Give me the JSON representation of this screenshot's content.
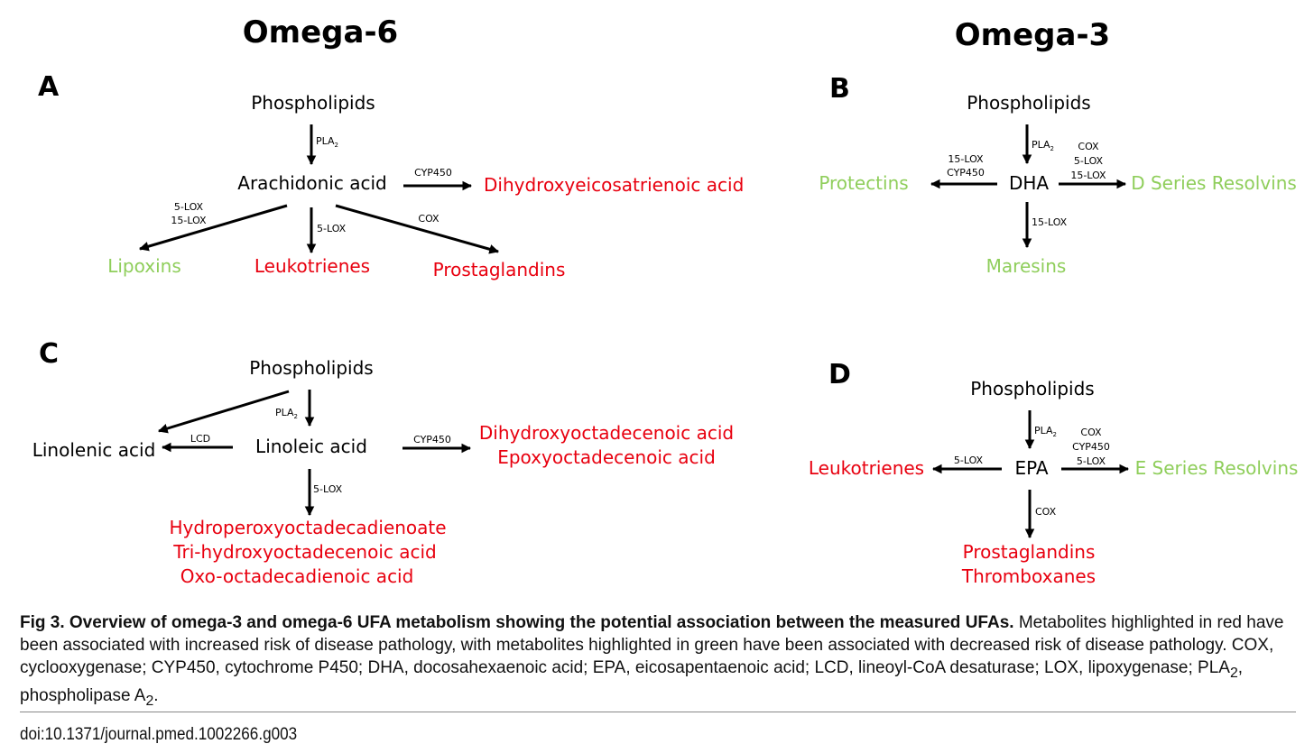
{
  "colors": {
    "risk": "#e8000f",
    "protective": "#8fce5b",
    "neutral": "#000000"
  },
  "headings": {
    "omega6": "Omega-6",
    "omega3": "Omega-3"
  },
  "panels": {
    "A": {
      "letter": "A",
      "source": "Phospholipids",
      "pla": {
        "main": "PLA",
        "sub": "2"
      },
      "hub": "Arachidonic acid",
      "right_enzyme": "CYP450",
      "right_product": "Dihydroxyeicosatrienoic acid",
      "left_enzyme_1": "5-LOX",
      "left_enzyme_2": "15-LOX",
      "left_product": "Lipoxins",
      "down_enzyme": "5-LOX",
      "down_product": "Leukotrienes",
      "diag_enzyme": "COX",
      "diag_product": "Prostaglandins"
    },
    "B": {
      "letter": "B",
      "source": "Phospholipids",
      "pla": {
        "main": "PLA",
        "sub": "2"
      },
      "hub": "DHA",
      "left_enzyme_1": "15-LOX",
      "left_enzyme_2": "CYP450",
      "left_product": "Protectins",
      "right_enzyme_1": "COX",
      "right_enzyme_2": "5-LOX",
      "right_enzyme_3": "15-LOX",
      "right_product": "D Series Resolvins",
      "down_enzyme": "15-LOX",
      "down_product": "Maresins"
    },
    "C": {
      "letter": "C",
      "source": "Phospholipids",
      "pla": {
        "main": "PLA",
        "sub": "2"
      },
      "hub": "Linoleic acid",
      "left_enzyme": "LCD",
      "left_product": "Linolenic acid",
      "right_enzyme": "CYP450",
      "right_product_1": "Dihydroxyoctadecenoic acid",
      "right_product_2": "Epoxyoctadecenoic acid",
      "down_enzyme": "5-LOX",
      "down_product_1": "Hydroperoxyoctadecadienoate",
      "down_product_2": "Tri-hydroxyoctadecenoic acid",
      "down_product_3": "Oxo-octadecadienoic acid"
    },
    "D": {
      "letter": "D",
      "source": "Phospholipids",
      "pla": {
        "main": "PLA",
        "sub": "2"
      },
      "hub": "EPA",
      "left_enzyme": "5-LOX",
      "left_product": "Leukotrienes",
      "right_enzyme_1": "COX",
      "right_enzyme_2": "CYP450",
      "right_enzyme_3": "5-LOX",
      "right_product": "E Series Resolvins",
      "down_enzyme": "COX",
      "down_product_1": "Prostaglandins",
      "down_product_2": "Thromboxanes"
    }
  },
  "caption": {
    "lead": "Fig 3. Overview of omega-3 and omega-6 UFA metabolism showing the potential association between the measured UFAs.",
    "body": " Metabolites highlighted in red have been associated with increased risk of disease pathology, with metabolites highlighted in green have been associated with decreased risk of disease pathology. COX, cyclooxygenase; CYP450, cytochrome P450; DHA, docosahexaenoic acid; EPA, eicosapentaenoic acid; LCD, lineoyl-CoA desaturase; LOX, lipoxygenase; PLA",
    "sub": "2",
    "end": ", phospholipase A",
    "end_sub": "2",
    "tail": "."
  },
  "doi": "doi:10.1371/journal.pmed.1002266.g003"
}
